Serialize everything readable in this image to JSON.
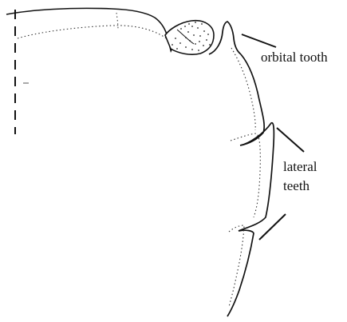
{
  "labels": {
    "orbital_tooth": "orbital tooth",
    "lateral_line1": "lateral",
    "lateral_line2": "teeth"
  },
  "colors": {
    "ink": "#111111",
    "paper": "#ffffff"
  }
}
